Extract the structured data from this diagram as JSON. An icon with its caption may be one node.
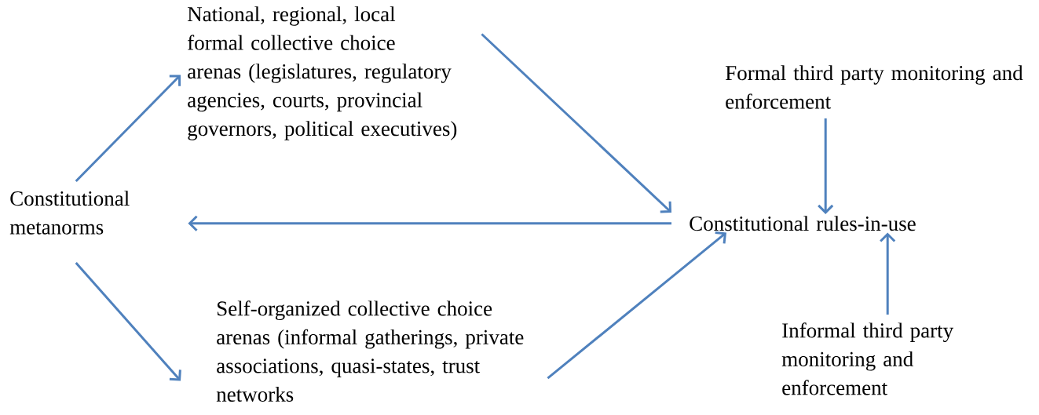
{
  "diagram": {
    "nodes": [
      {
        "text": [
          "Constitutional metanorms"
        ]
      },
      {
        "text": [
          "National, regional, local formal collective choice arenas (legislatures, regulatory agencies, courts, provincial governors, political executives)"
        ]
      },
      {
        "text": [
          "Self-organized collective choice arenas (informal gatherings, private associations, quasi-states, trust networks"
        ]
      },
      {
        "text": [
          "Constitutional rules-in-use"
        ]
      },
      {
        "text": [
          "Formal third party monitoring and enforcement"
        ]
      },
      {
        "text": [
          "Informal third party monitoring and enforcement"
        ]
      }
    ],
    "edges": [
      {
        "from": 0,
        "to": 1,
        "arrow": "to"
      },
      {
        "from": 1,
        "to": 3,
        "arrow": "to"
      },
      {
        "from": 3,
        "to": 0,
        "arrow": "to"
      },
      {
        "from": 0,
        "to": 2,
        "arrow": "to"
      },
      {
        "from": 2,
        "to": 3,
        "arrow": "to"
      },
      {
        "from": 4,
        "to": 3,
        "arrow": "to"
      },
      {
        "from": 5,
        "to": 3,
        "arrow": "to"
      }
    ]
  }
}
